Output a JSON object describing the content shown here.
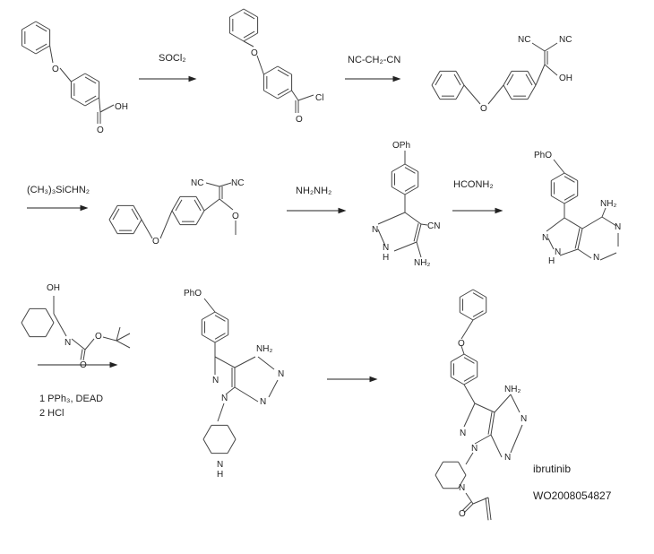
{
  "reagents": {
    "step1": "SOCl₂",
    "step2": "NC-CH₂-CN",
    "step3": "(CH₃)₃SiCHN₂",
    "step4": "NH₂NH₂",
    "step5": "HCONH₂",
    "step6_line1": "1  PPh₃, DEAD",
    "step6_line2": "2 HCl"
  },
  "atoms": {
    "c1": {
      "o_ether": "O",
      "o_carbonyl": "O",
      "oh": "OH"
    },
    "c2": {
      "o_ether": "O",
      "o_carbonyl": "O",
      "cl": "Cl"
    },
    "c3": {
      "o_ether": "O",
      "nc1": "NC",
      "nc2": "NC",
      "oh": "OH"
    },
    "c4": {
      "o_ether": "O",
      "nc1": "NC",
      "nc2": "NC",
      "o_methoxy": "O"
    },
    "c5": {
      "oph": "OPh",
      "n1": "N",
      "hn": "N",
      "h": "H",
      "cn": "CN",
      "nh2": "NH₂"
    },
    "c6": {
      "pho": "PhO",
      "nh2": "NH₂",
      "n1": "N",
      "n2": "N",
      "n3": "N",
      "n4": "N",
      "h": "H"
    },
    "boc": {
      "oh": "OH",
      "n": "N",
      "o1": "O",
      "o2": "O"
    },
    "c7": {
      "pho": "PhO",
      "nh2": "NH₂",
      "n1": "N",
      "n2": "N",
      "n3": "N",
      "n4": "N",
      "nh": "N",
      "h": "H"
    },
    "ibr": {
      "o_ether": "O",
      "nh2": "NH₂",
      "n1": "N",
      "n2": "N",
      "n3": "N",
      "n4": "N",
      "n_pip": "N",
      "o_carbonyl": "O"
    }
  },
  "product": {
    "name": "ibrutinib",
    "patent": "WO2008054827"
  }
}
